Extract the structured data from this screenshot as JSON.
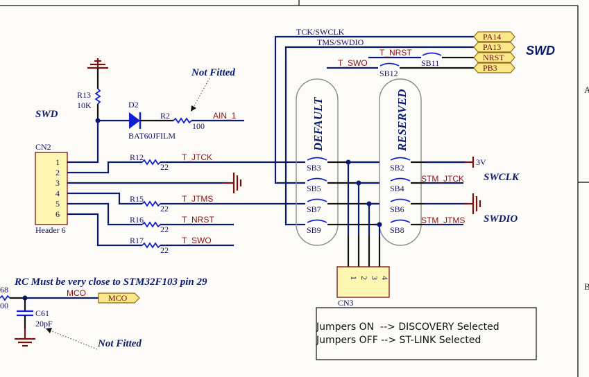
{
  "title_net": "SWD",
  "annotations": {
    "not_fitted_top": "Not Fitted",
    "not_fitted_bottom": "Not Fitted",
    "rc_note": "RC Must be very close to STM32F103 pin 29",
    "swd_left": "SWD",
    "swd_right": "SWD",
    "swclk": "SWCLK",
    "swdio": "SWDIO",
    "default": "DEFAULT",
    "reserved": "RESERVED"
  },
  "components": {
    "r13": {
      "designator": "R13",
      "value": "10K"
    },
    "d2": {
      "designator": "D2",
      "value": "BAT60JFILM"
    },
    "r2": {
      "designator": "R2",
      "value": "100"
    },
    "r12": {
      "designator": "R12",
      "value": "22"
    },
    "r15": {
      "designator": "R15",
      "value": "22"
    },
    "r16": {
      "designator": "R16",
      "value": "22"
    },
    "r17": {
      "designator": "R17",
      "value": "22"
    },
    "cn2": {
      "designator": "CN2",
      "value": "Header 6",
      "pins": [
        "1",
        "2",
        "3",
        "4",
        "5",
        "6"
      ]
    },
    "cn3": {
      "designator": "CN3",
      "pins": [
        "1",
        "2",
        "3",
        "4"
      ]
    },
    "c61": {
      "designator": "C61",
      "value": "20pF"
    },
    "r_partial": {
      "designator": "68",
      "value": "00"
    },
    "solder_bridges": [
      "SB2",
      "SB3",
      "SB4",
      "SB5",
      "SB6",
      "SB7",
      "SB8",
      "SB9",
      "SB11",
      "SB12"
    ]
  },
  "nets": {
    "ain1": "AIN_1",
    "t_jtck": "T_JTCK",
    "t_jtms": "T_JTMS",
    "t_nrst": "T_NRST",
    "t_swo": "T_SWO",
    "tck_swclk": "TCK/SWCLK",
    "tms_swdio": "TMS/SWDIO",
    "t_nrst_top": "T_NRST",
    "t_swo_top": "T_SWO",
    "stm_jtck": "STM_JTCK",
    "stm_jtms": "STM_JTMS",
    "mco": "MCO",
    "v3": "3V"
  },
  "ports": [
    "PA14",
    "PA13",
    "NRST",
    "PB3",
    "MCO"
  ],
  "note_box": {
    "line1": "Jumpers ON  --> DISCOVERY Selected",
    "line2": "Jumpers OFF --> ST-LINK Selected"
  },
  "zones": [
    "A",
    "B"
  ],
  "colors": {
    "wire": "#0a1a6e",
    "net_label": "#8a1010",
    "port_fill": "#fbe88a",
    "header_fill": "#fdf6b0"
  }
}
